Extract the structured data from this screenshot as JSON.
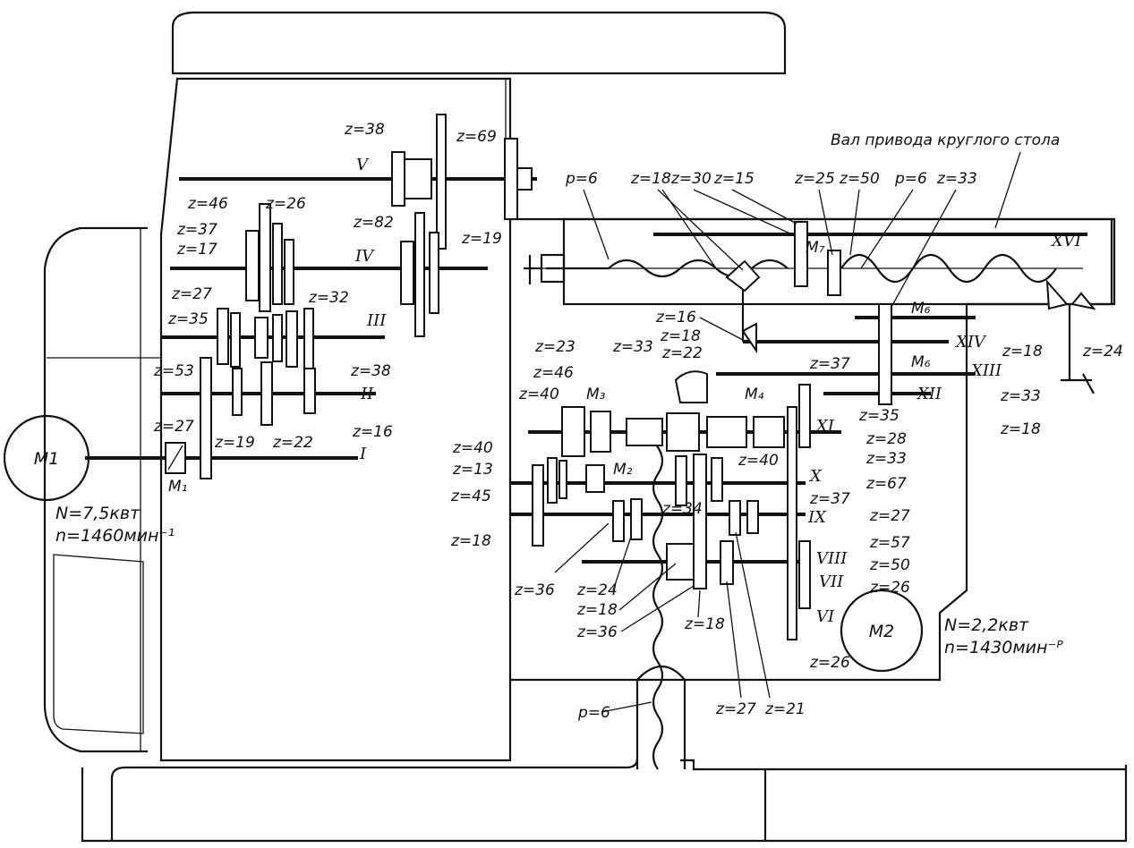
{
  "motor1": {
    "name": "M1",
    "power": "N=7,5квт",
    "speed": "n=1460мин⁻¹",
    "clutch": "M₁"
  },
  "motor2": {
    "name": "M2",
    "power": "N=2,2квт",
    "speed": "n=1430мин⁻ᴾ"
  },
  "roundTable": "Вал привода круглого стола",
  "shafts": {
    "I": "I",
    "II": "II",
    "III": "III",
    "IV": "IV",
    "V": "V",
    "VI": "VI",
    "VII": "VII",
    "VIII": "VIII",
    "IX": "IX",
    "X": "X",
    "XI": "XI",
    "XII": "XII",
    "XIII": "XIII",
    "XIV": "XIV",
    "XVI": "XVI"
  },
  "clutches": {
    "M2": "M₂",
    "M3": "M₃",
    "M4": "M₄",
    "M6a": "M₆",
    "M6b": "M₆",
    "M7": "M₇"
  },
  "left": {
    "z38top": "z=38",
    "z69": "z=69",
    "z46": "z=46",
    "z26": "z=26",
    "z82": "z=82",
    "z37": "z=37",
    "z17": "z=17",
    "z19r": "z=19",
    "z27a": "z=27",
    "z32": "z=32",
    "z35": "z=35",
    "z38b": "z=38",
    "z53": "z=53",
    "z16": "z=16",
    "z27b": "z=27",
    "z19": "z=19",
    "z22": "z=22"
  },
  "top": {
    "p6a": "р=6",
    "z18a": "z=18",
    "z30": "z=30",
    "z15": "z=15",
    "z25": "z=25",
    "z50": "z=50",
    "p6b": "р=6",
    "z33a": "z=33"
  },
  "mid": {
    "z16": "z=16",
    "z18b": "z=18",
    "z22": "z=22",
    "z23": "z=23",
    "z33b": "z=33",
    "z46": "z=46",
    "z40a": "z=40",
    "z37": "z=37",
    "z33c": "z=33",
    "z18c": "z=18",
    "z18right": "z=18",
    "z24right": "z=24"
  },
  "lower": {
    "z35": "z=35",
    "z28": "z=28",
    "z33": "z=33",
    "z67": "z=67",
    "z40b": "z=40",
    "z13": "z=13",
    "z45": "z=45",
    "z18l": "z=18",
    "z40c": "z=40",
    "z37": "z=37",
    "z27": "z=27",
    "z34": "z=34",
    "z57": "z=57",
    "z50": "z=50",
    "z26a": "z=26",
    "z26b": "z=26",
    "z36a": "z=36",
    "z24": "z=24",
    "z18m": "z=18",
    "z36b": "z=36",
    "z18n": "z=18",
    "z27b": "z=27",
    "z21": "z=21",
    "p6": "р=6"
  }
}
